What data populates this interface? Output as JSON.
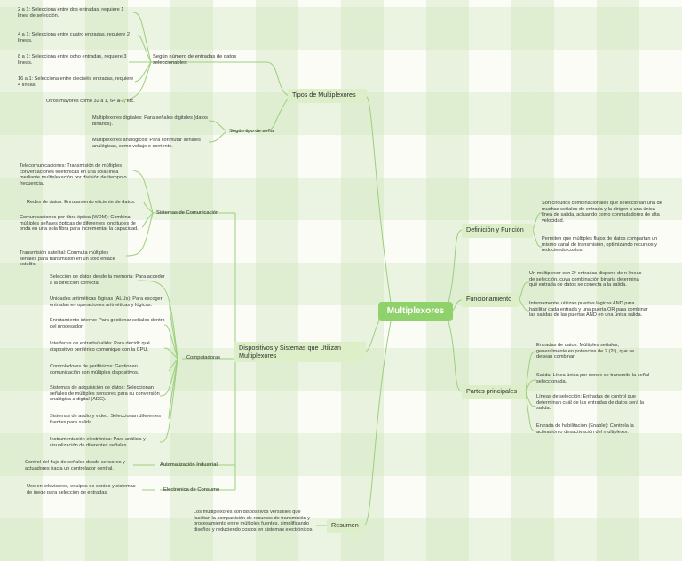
{
  "center": "Multiplexores",
  "tipos": {
    "label": "Tipos de Multiplexores",
    "entradas": {
      "label": "Según número de entradas de datos seleccionables:",
      "items": [
        "2 a 1: Selecciona entre dos entradas, requiere 1 línea de selección.",
        "4 a 1: Selecciona entre cuatro entradas, requiere 2 líneas.",
        "8 a 1: Selecciona entre ocho entradas, requiere 3 líneas.",
        "16 a 1: Selecciona entre dieciséis entradas, requiere 4 líneas.",
        "Otros mayores como 32 a 1, 64 a 1, etc."
      ]
    },
    "senal": {
      "label": "Según tipo de señal",
      "items": [
        "Multiplexores digitales: Para señales digitales (datos binarios).",
        "Multiplexores analógicos: Para conmutar señales analógicas, como voltaje o corriente."
      ]
    }
  },
  "dispositivos": {
    "label": "Dispositivos y Sistemas que Utilizan Multiplexores",
    "comunicacion": {
      "label": "Sistemas de Comunicación",
      "items": [
        "Telecomunicaciones: Transmisión de múltiples conversaciones telefónicas en una sola línea mediante multiplexación por división de tiempo o frecuencia.",
        "Redes de datos: Enrutamiento eficiente de datos.",
        "Comunicaciones por fibra óptica (WDM): Combina múltiples señales ópticas de diferentes longitudes de onda en una sola fibra para incrementar la capacidad.",
        "Transmisión satelital: Conmuta múltiples señales para transmisión en un solo enlace satelital."
      ]
    },
    "computadoras": {
      "label": "Computadoras",
      "items": [
        "Selección de datos desde la memoria: Para acceder a la dirección correcta.",
        "Unidades aritméticas lógicas (ALUs): Para escoger entradas en operaciones aritméticas y lógicas.",
        "Enrutamiento interno: Para gestionar señales dentro del procesador.",
        "Interfaces de entrada/salida: Para decidir qué dispositivo periférico comunique con la CPU.",
        "Controladores de periféricos: Gestionan comunicación con múltiples dispositivos.",
        "Sistemas de adquisición de datos: Seleccionan señales de múltiples sensores para su conversión analógica a digital (ADC).",
        "Sistemas de audio y video: Seleccionan diferentes fuentes para salida.",
        "Instrumentación electrónica: Para análisis y visualización de diferentes señales."
      ]
    },
    "automatizacion": {
      "label": "Automatización Industrial",
      "items": [
        "Control del flujo de señales desde sensores y actuadores hacia un controlador central."
      ]
    },
    "consumo": {
      "label": "Electrónica de Consumo",
      "items": [
        "Uso en televisores, equipos de sonido y sistemas de juego para selección de entradas."
      ]
    }
  },
  "resumen": {
    "label": "Resumen",
    "text": "Los multiplexores son dispositivos versátiles que facilitan la compartición de recursos de transmisión y procesamiento entre múltiples fuentes, simplificando diseños y reduciendo costos en sistemas electrónicos."
  },
  "definicion": {
    "label": "Definición y Función",
    "items": [
      "Son circuitos combinacionales que seleccionan una de muchas señales de entrada y la dirigen a una única línea de salida, actuando como conmutadores de alta velocidad.",
      "Permiten que múltiples flujos de datos compartan un mismo canal de transmisión, optimizando recursos y reduciendo costos."
    ]
  },
  "funcionamiento": {
    "label": "Funcionamiento",
    "items": [
      "Un multiplexor con 2ⁿ entradas dispone de n líneas de selección, cuya combinación binaria determina qué entrada de datos se conecta a la salida.",
      "Internamente, utilizan puertas lógicas AND para habilitar cada entrada y una puerta OR para combinar las salidas de las puertas AND en una única salida."
    ]
  },
  "partes": {
    "label": "Partes principales",
    "items": [
      "Entradas de datos: Múltiples señales, generalmente en potencias de 2 (2ⁿ), que se desean combinar.",
      "Salida: Línea única por donde se transmite la señal seleccionada.",
      "Líneas de selección: Entradas de control que determinan cuál de las entradas de datos será la salida.",
      "Entrada de habilitación (Enable): Controla la activación o desactivación del multiplexor."
    ]
  },
  "colors": {
    "line": "#9ccf7e",
    "center": "#8fd16a",
    "box": "#dcefc8"
  }
}
